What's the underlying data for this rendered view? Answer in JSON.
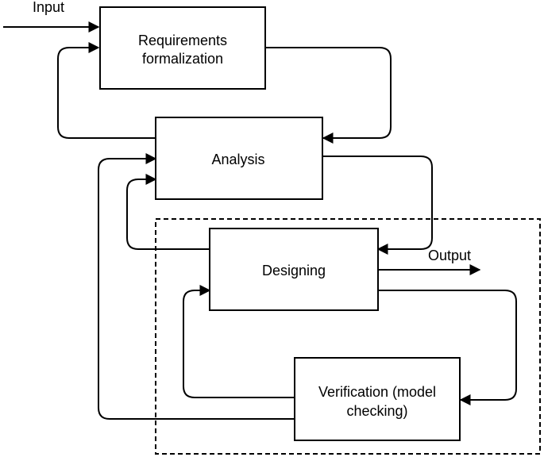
{
  "labels": {
    "input": "Input",
    "output": "Output"
  },
  "boxes": {
    "requirements": [
      "Requirements",
      "formalization"
    ],
    "analysis": "Analysis",
    "designing": "Designing",
    "verification": [
      "Verification (model",
      "checking)"
    ]
  }
}
